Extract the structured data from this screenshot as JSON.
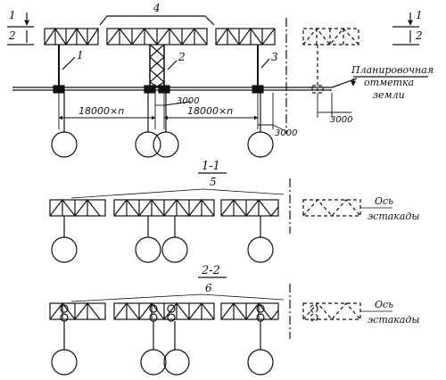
{
  "labels": {
    "callout_4": "4",
    "callout_1": "1",
    "callout_2": "2",
    "callout_3": "3",
    "callout_5": "5",
    "callout_6": "6",
    "level_1_left": "1",
    "level_2_left": "2",
    "level_1_right": "1",
    "level_2_right": "2",
    "grade_line_1": "Планировочная",
    "grade_line_2": "отметка",
    "grade_line_3": "земли",
    "span_left": "18000×n",
    "span_right": "18000×n",
    "dim_3000_a": "3000",
    "dim_3000_b": "3000",
    "dim_3000_c": "3000",
    "section_1": "1-1",
    "section_2": "2-2",
    "axis_1a": "Ось",
    "axis_1b": "эстакады",
    "axis_2a": "Ось",
    "axis_2b": "эстакады"
  }
}
